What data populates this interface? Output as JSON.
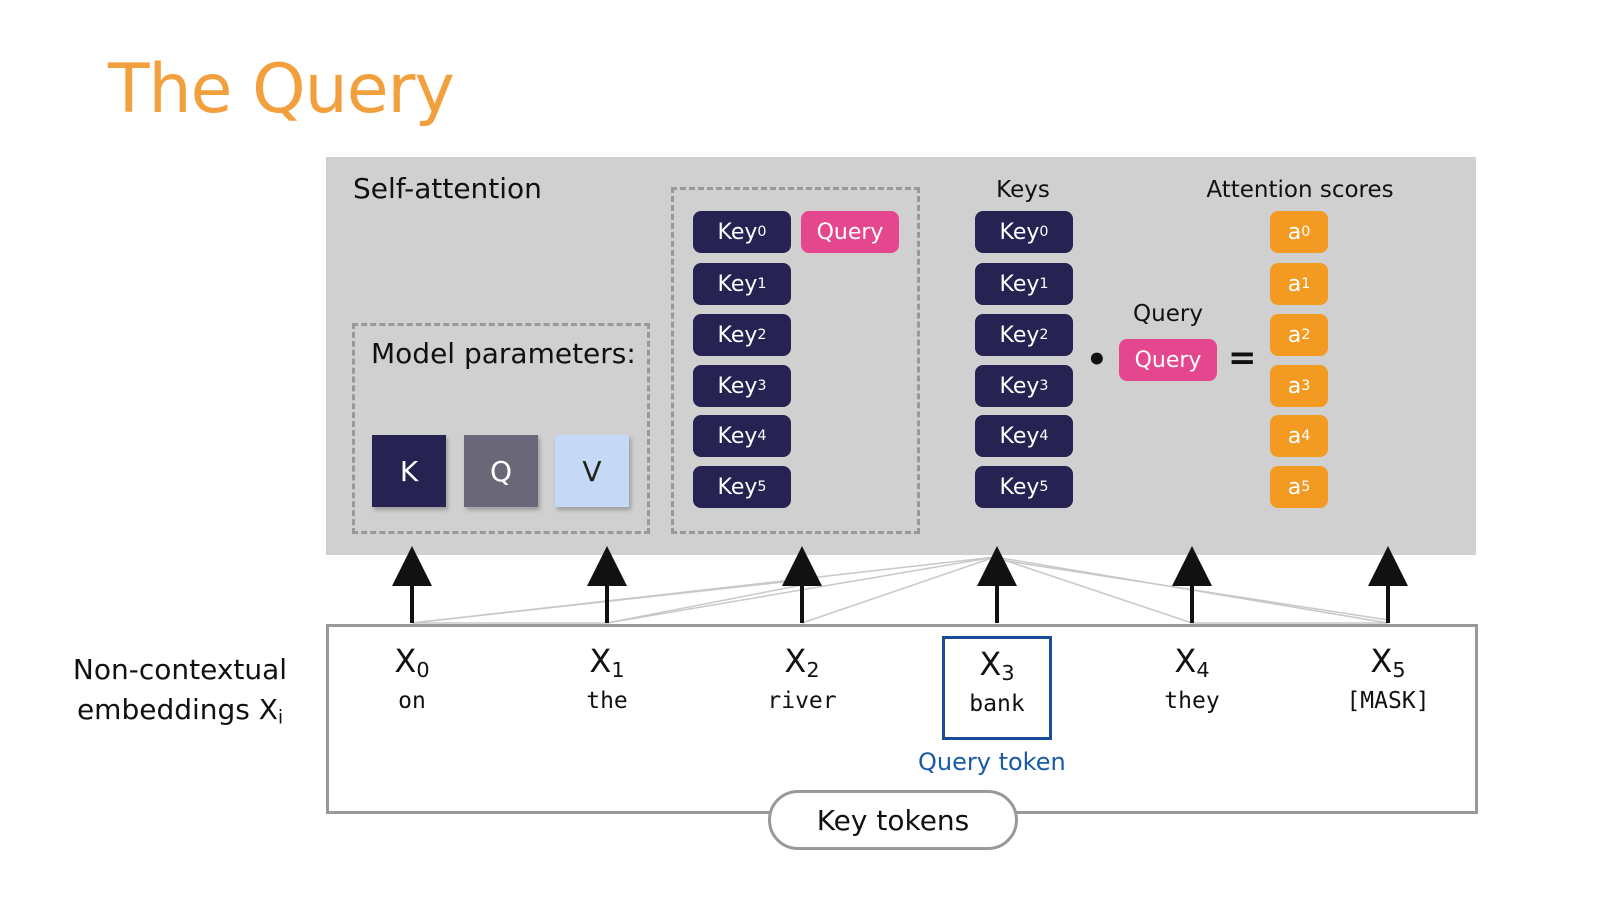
{
  "title": "The Query",
  "panel": {
    "label": "Self-attention",
    "model_params_label": "Model parameters:",
    "params": [
      {
        "letter": "K",
        "color": "#262251",
        "text_color": "#ffffff"
      },
      {
        "letter": "Q",
        "color": "#6a6878",
        "text_color": "#ffffff"
      },
      {
        "letter": "V",
        "color": "#c5d8f5",
        "text_color": "#222222"
      }
    ],
    "middle_keys": [
      {
        "base": "Key",
        "sub": "0"
      },
      {
        "base": "Key",
        "sub": "1"
      },
      {
        "base": "Key",
        "sub": "2"
      },
      {
        "base": "Key",
        "sub": "3"
      },
      {
        "base": "Key",
        "sub": "4"
      },
      {
        "base": "Key",
        "sub": "5"
      }
    ],
    "middle_query": "Query",
    "keys_header": "Keys",
    "keys": [
      {
        "base": "Key",
        "sub": "0"
      },
      {
        "base": "Key",
        "sub": "1"
      },
      {
        "base": "Key",
        "sub": "2"
      },
      {
        "base": "Key",
        "sub": "3"
      },
      {
        "base": "Key",
        "sub": "4"
      },
      {
        "base": "Key",
        "sub": "5"
      }
    ],
    "dot": "•",
    "query_header": "Query",
    "query_pill": "Query",
    "equals": "=",
    "scores_header": "Attention scores",
    "scores": [
      {
        "base": "a",
        "sub": "0"
      },
      {
        "base": "a",
        "sub": "1"
      },
      {
        "base": "a",
        "sub": "2"
      },
      {
        "base": "a",
        "sub": "3"
      },
      {
        "base": "a",
        "sub": "4"
      },
      {
        "base": "a",
        "sub": "5"
      }
    ]
  },
  "embeddings": {
    "label_line1": "Non-contextual",
    "label_line2_base": "embeddings X",
    "label_line2_sub": "i",
    "tokens": [
      {
        "x": "X",
        "sub": "0",
        "word": "on"
      },
      {
        "x": "X",
        "sub": "1",
        "word": "the"
      },
      {
        "x": "X",
        "sub": "2",
        "word": "river"
      },
      {
        "x": "X",
        "sub": "3",
        "word": "bank"
      },
      {
        "x": "X",
        "sub": "4",
        "word": "they"
      },
      {
        "x": "X",
        "sub": "5",
        "word": "[MASK]"
      }
    ],
    "query_token_label": "Query token",
    "key_tokens_label": "Key tokens"
  },
  "colors": {
    "title": "#f2a03d",
    "key": "#262251",
    "query": "#e4478e",
    "score": "#f29a22",
    "query_token": "#1b5aa8"
  }
}
